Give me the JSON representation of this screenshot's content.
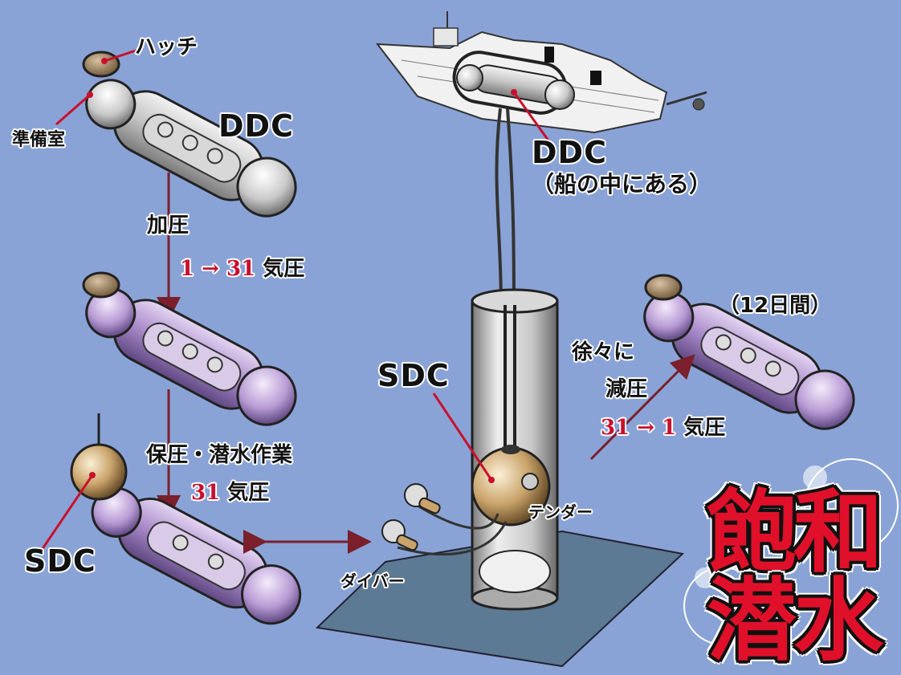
{
  "labels": {
    "hatch": "ハッチ",
    "prep_room": "準備室",
    "ddc_top": "DDC",
    "pressurize": "加圧",
    "press_from": "1",
    "press_arrow": "→",
    "press_to": "31",
    "press_unit": "気圧",
    "hold": "保圧・潜水作業",
    "hold_value": "31",
    "hold_unit": "気圧",
    "sdc_left": "SDC",
    "ship_ddc": "DDC",
    "ship_ddc_note": "（船の中にある）",
    "sdc_center": "SDC",
    "tender": "テンダー",
    "diver": "ダイバー",
    "duration": "（12日間）",
    "gradually": "徐々に",
    "decompress": "減圧",
    "decomp_from": "31",
    "decomp_arrow": "→",
    "decomp_to": "1",
    "decomp_unit": "気圧"
  },
  "title": {
    "line1": "飽和",
    "line2": "潜水"
  },
  "colors": {
    "background": "#8aa3d6",
    "accent_red": "#c8102e",
    "chamber_purple": "#a98ac9",
    "chamber_gray": "#c9c9c9",
    "bell_bronze": "#b08a52"
  }
}
